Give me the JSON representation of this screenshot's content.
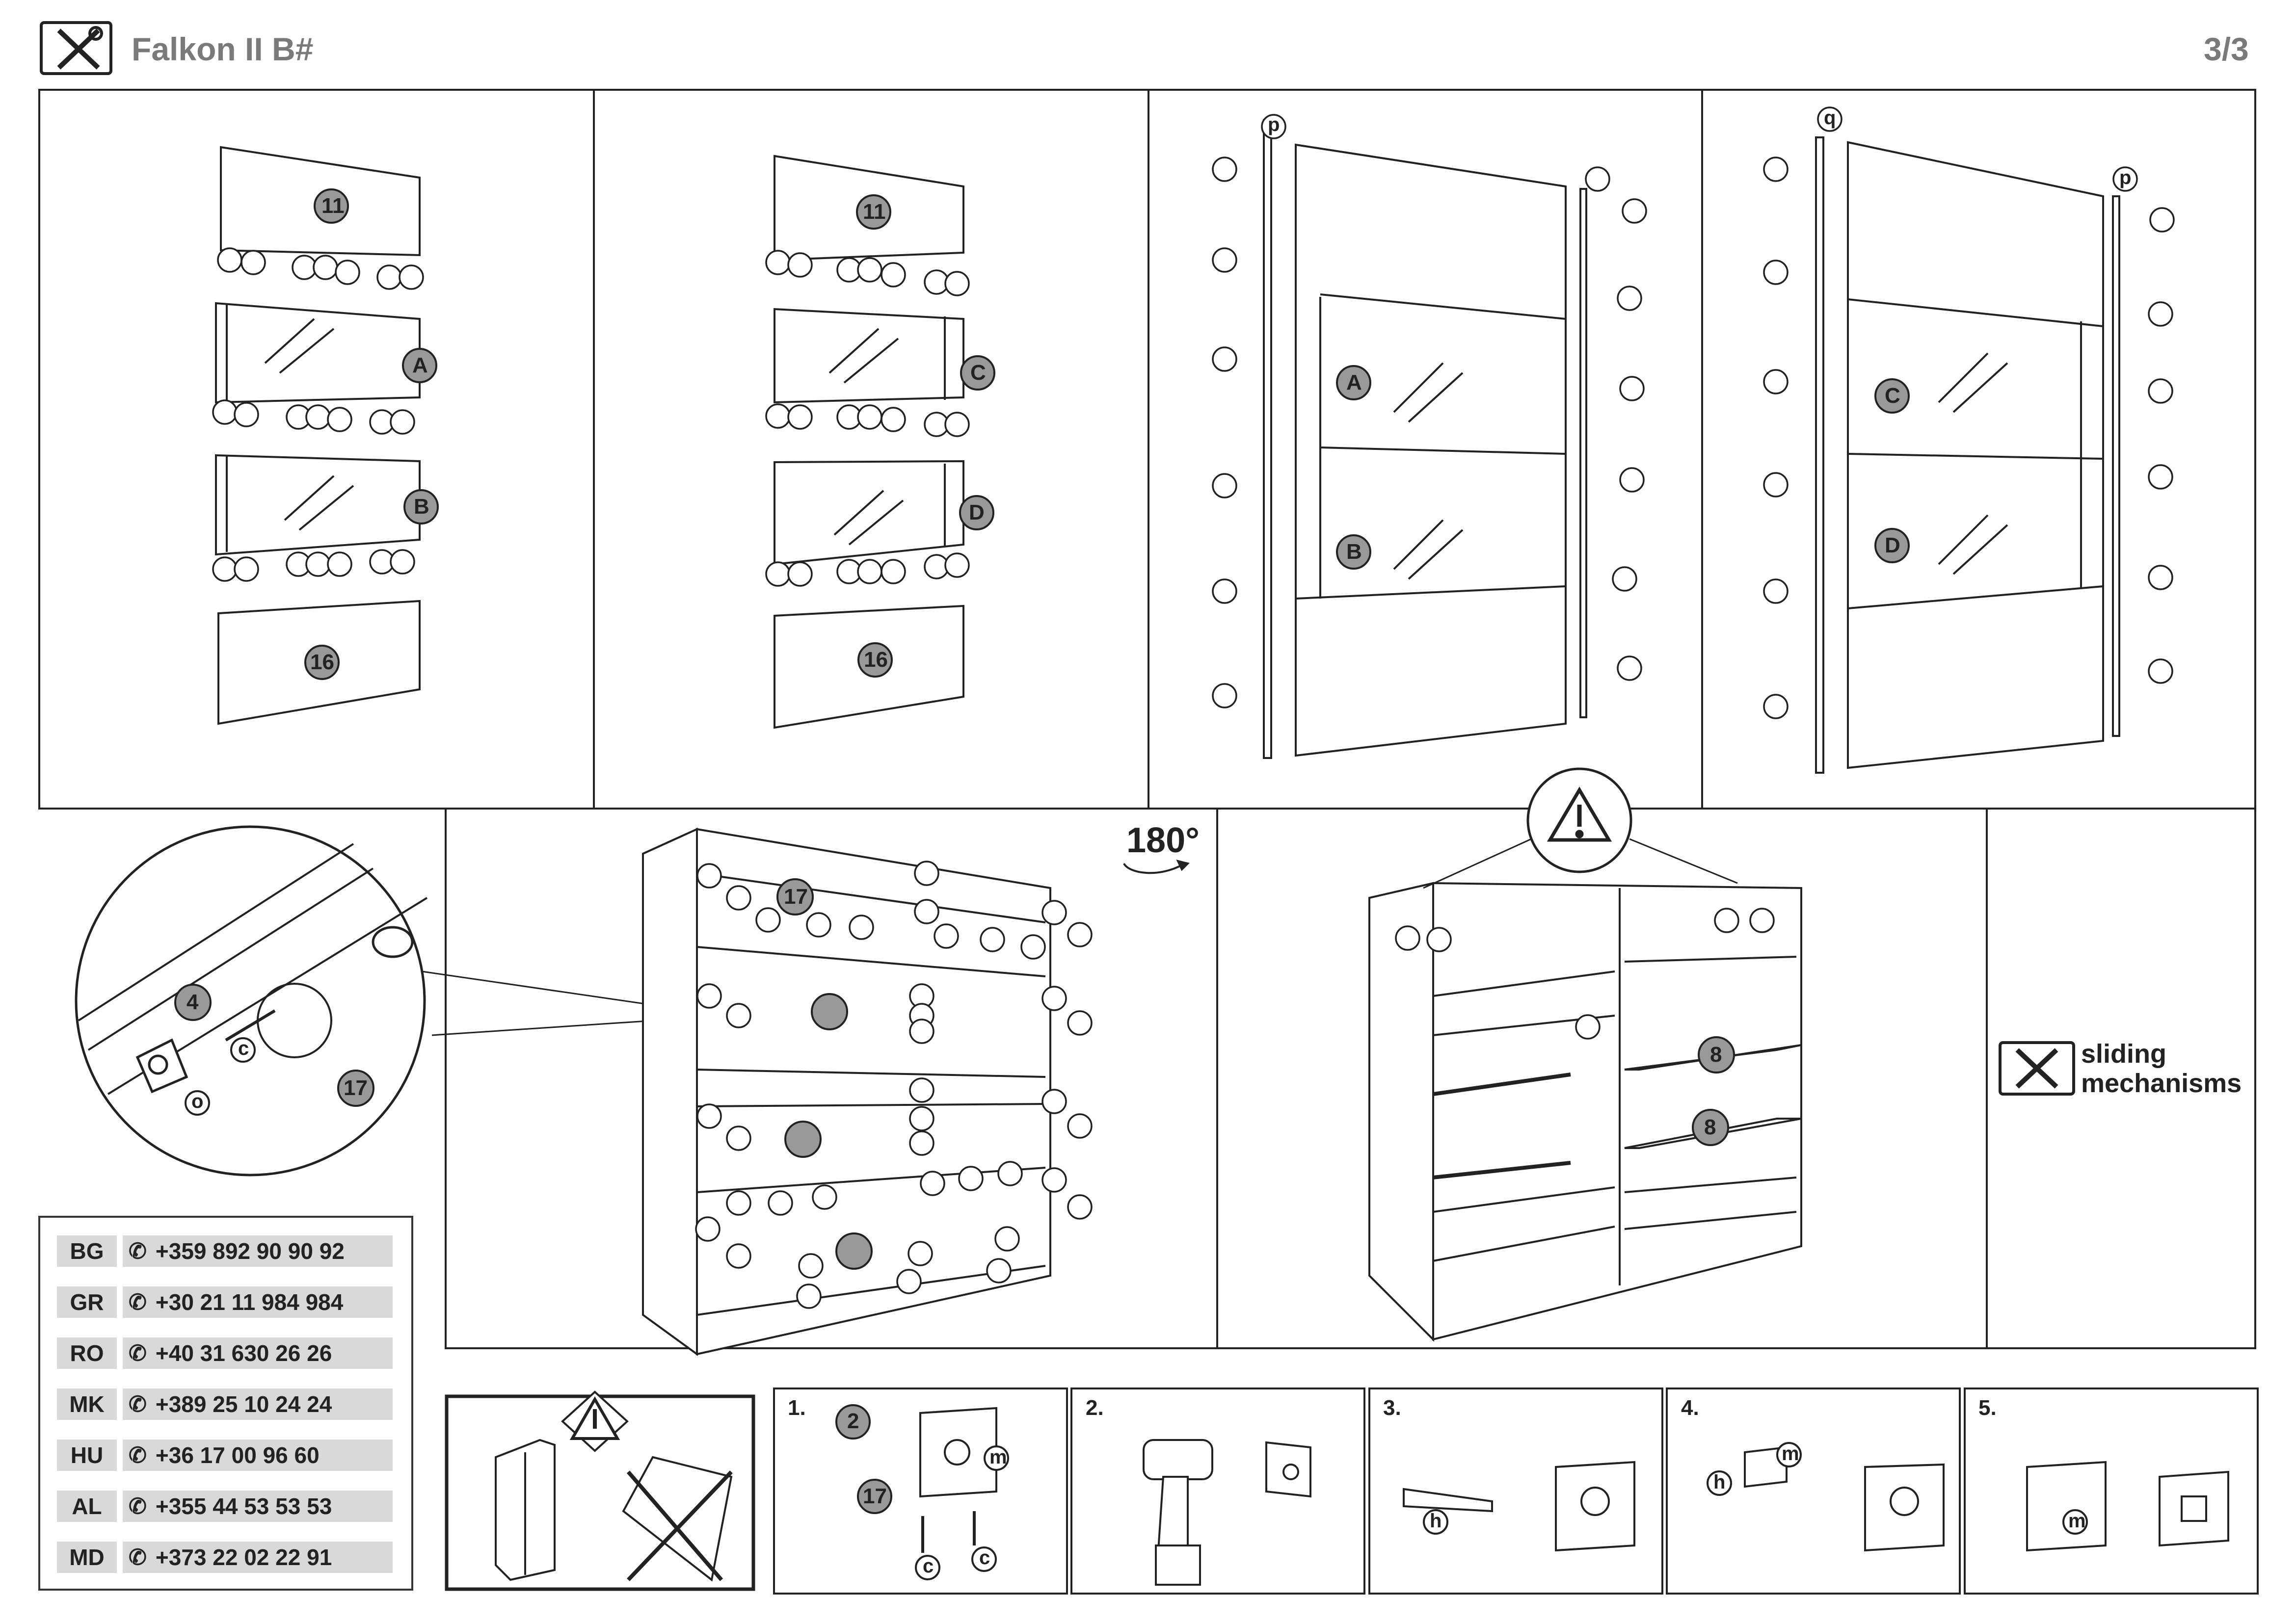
{
  "header": {
    "title": "Falkon II B#",
    "page_number": "3/3",
    "tool_icon": "screwdriver-wrench-icon"
  },
  "door_assembly_left": {
    "panels_top": "11",
    "panel_glass_1": "A",
    "panel_glass_2": "B",
    "panels_bottom": "16"
  },
  "door_assembly_right": {
    "panels_top": "11",
    "panel_glass_1": "C",
    "panel_glass_2": "D",
    "panels_bottom": "16"
  },
  "door_frame_1": {
    "glass_1": "A",
    "glass_2": "B",
    "profile_label": "p"
  },
  "door_frame_2": {
    "glass_1": "C",
    "glass_2": "D",
    "profile_label_left": "q",
    "profile_label_right": "p"
  },
  "detail_zoom": {
    "part_4": "4",
    "part_17": "17",
    "screw": "c",
    "bracket": "o"
  },
  "back_panel": {
    "rotation": "180°",
    "panel_label": "17"
  },
  "shelf_view": {
    "shelf_label": "8",
    "warning_icon": "warning-icon"
  },
  "sliding_note": {
    "line1": "sliding",
    "line2": "mechanisms"
  },
  "phones": [
    {
      "country": "BG",
      "number": "+359 892 90 90 92"
    },
    {
      "country": "GR",
      "number": "+30 21 11 984 984"
    },
    {
      "country": "RO",
      "number": "+40 31 630 26 26"
    },
    {
      "country": "MK",
      "number": "+389 25 10 24 24"
    },
    {
      "country": "HU",
      "number": "+36 17 00 96 60"
    },
    {
      "country": "AL",
      "number": "+355 44 53 53 53"
    },
    {
      "country": "MD",
      "number": "+373 22 02 22 91"
    }
  ],
  "anti_tip_steps": [
    {
      "no": "1.",
      "labels": [
        "2",
        "17",
        "m",
        "c",
        "c"
      ]
    },
    {
      "no": "2."
    },
    {
      "no": "3.",
      "labels": [
        "h"
      ]
    },
    {
      "no": "4.",
      "labels": [
        "h",
        "m"
      ]
    },
    {
      "no": "5.",
      "labels": [
        "m"
      ]
    }
  ]
}
